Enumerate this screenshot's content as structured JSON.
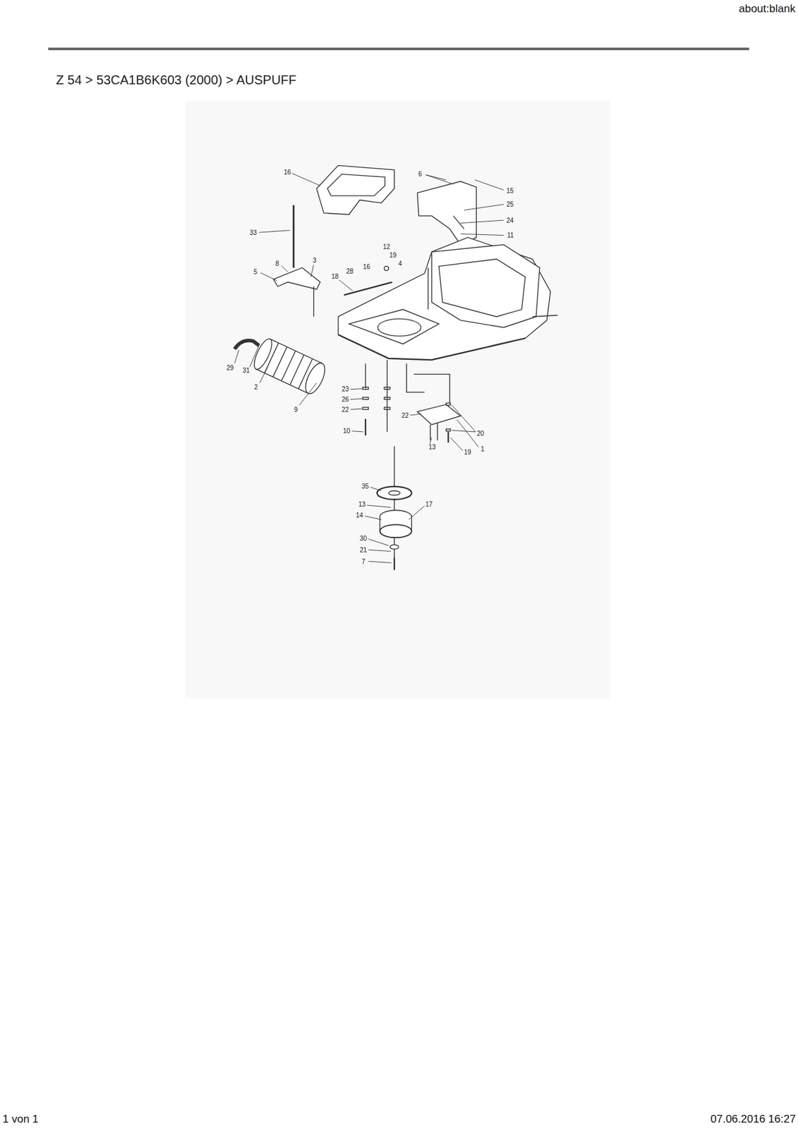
{
  "diagram": {
    "title": "Z 54 > 53CA1B6K603 (2000) > AUSPUFF",
    "labels": [
      "about:blank",
      "1 von 1",
      "07.06.2016 16:27",
      "16",
      "6",
      "15",
      "25",
      "24",
      "11",
      "33",
      "12",
      "19",
      "4",
      "8",
      "3",
      "5",
      "18",
      "28",
      "16",
      "29",
      "31",
      "2",
      "9",
      "23",
      "26",
      "22",
      "10",
      "22",
      "20",
      "13",
      "19",
      "1",
      "35",
      "13",
      "17",
      "14",
      "30",
      "21",
      "7"
    ]
  }
}
